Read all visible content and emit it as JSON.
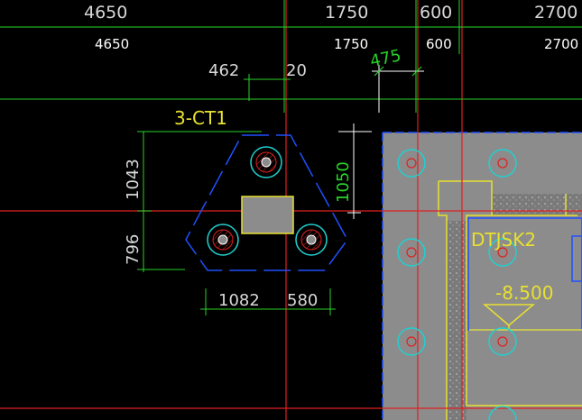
{
  "top_dims": {
    "row1": [
      "4650",
      "1750",
      "600",
      "2700"
    ],
    "row2": [
      "4650",
      "1750",
      "600",
      "2700"
    ]
  },
  "cap_dims": {
    "d462": "462",
    "d20": "20",
    "d475": "475",
    "d1043": "1043",
    "d796": "796",
    "d1050": "1050",
    "d1082": "1082",
    "d580": "580"
  },
  "cap_label": "3-CT1",
  "pit_label": "DTJSK2",
  "elevation": "-8.500",
  "colors": {
    "background": "#000000",
    "axis_red": "#e02020",
    "dim_green": "#28d428",
    "cap_blue": "#2050ff",
    "pile_cyan": "#20d0d0",
    "text_yellow": "#e8e030",
    "slab_gray": "#8c8c8c"
  }
}
